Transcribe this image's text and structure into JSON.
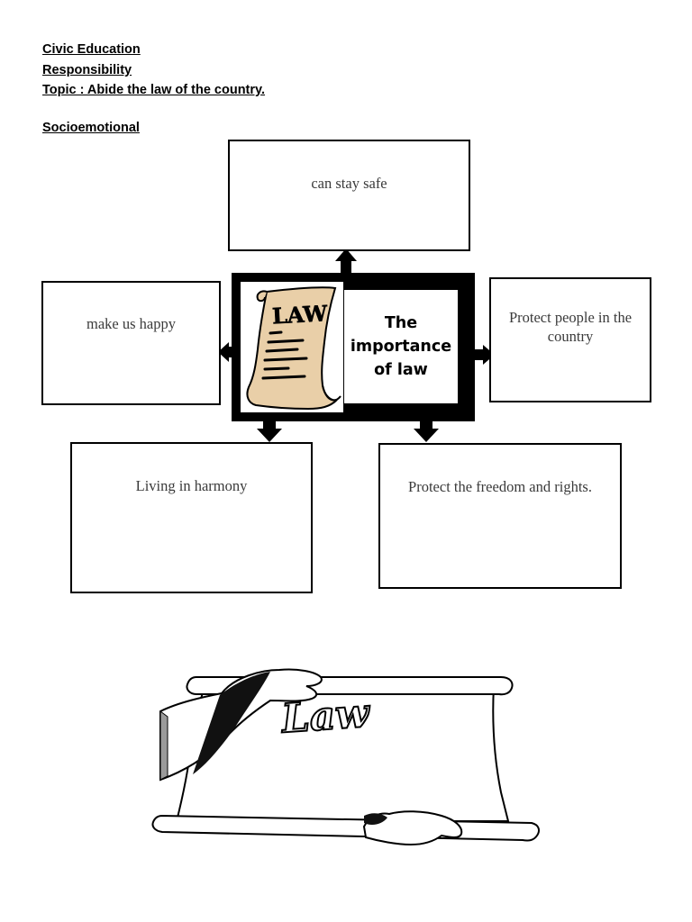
{
  "header": {
    "subject": "Civic Education",
    "theme": "Responsibility",
    "topic": "Topic : Abide the law of the country.",
    "section": "Socioemotional"
  },
  "diagram": {
    "central_label": "The importance of law",
    "central_icon": "law-document-icon",
    "central_icon_text": "LAW",
    "answers": {
      "top": "can stay safe",
      "left": "make us happy",
      "right": "Protect people in the country",
      "bottom_left": "Living in harmony",
      "bottom_right": "Protect the freedom and rights."
    }
  },
  "illustration": {
    "icon": "law-scroll-icon",
    "text": "Law"
  }
}
